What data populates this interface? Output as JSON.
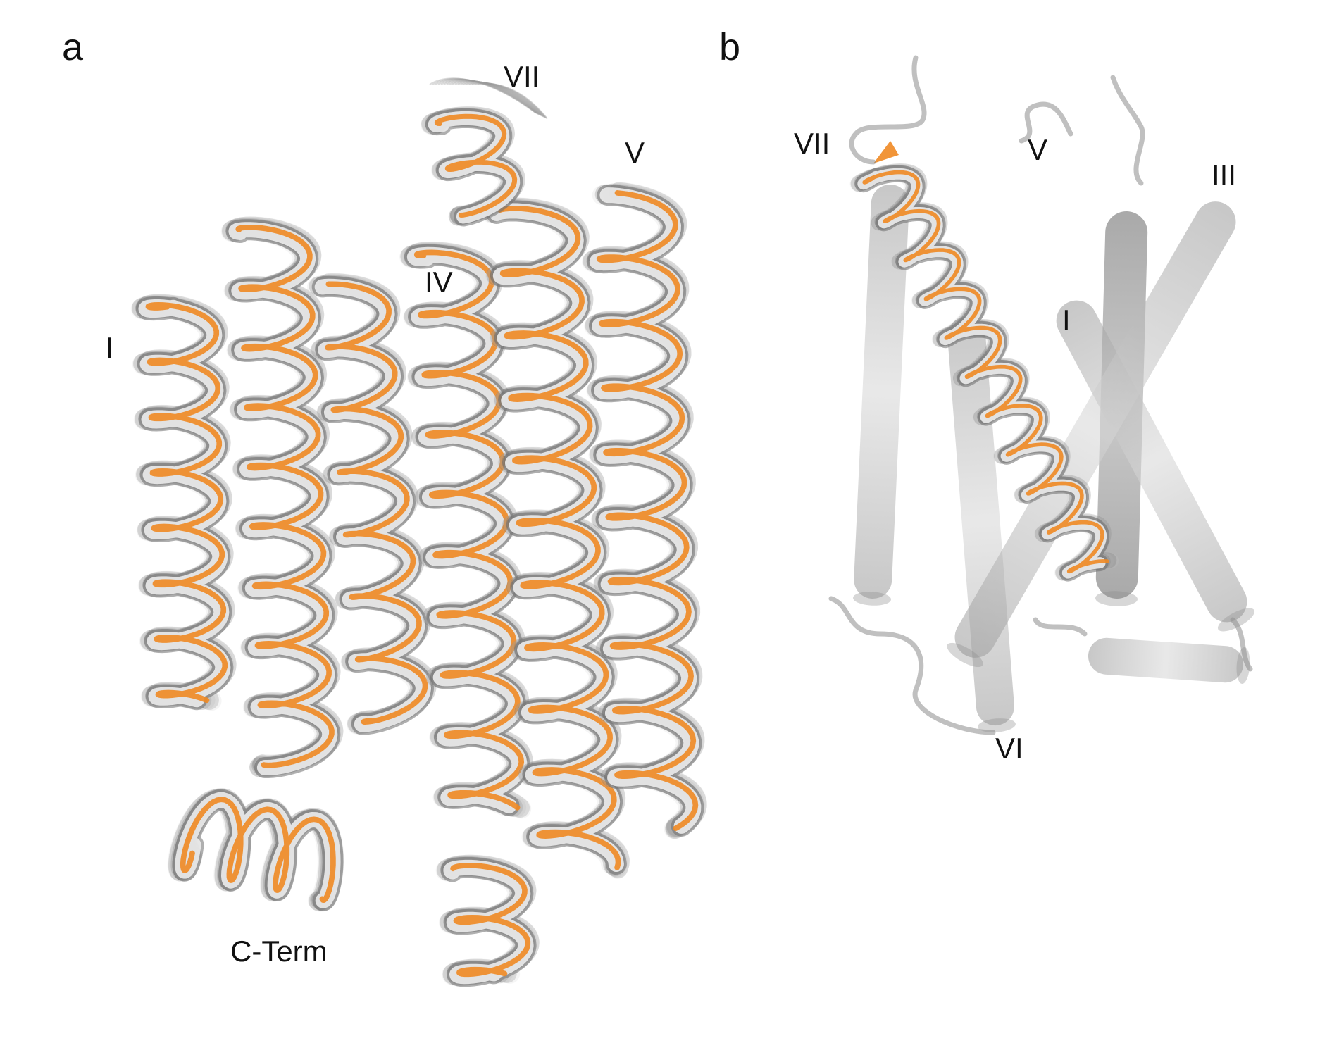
{
  "panel_a": {
    "letter": "a",
    "labels": {
      "helix_vii": "VII",
      "helix_v": "V",
      "helix_iv": "IV",
      "helix_i": "I",
      "c_term": "C-Term"
    }
  },
  "panel_b": {
    "letter": "b",
    "labels": {
      "helix_vii": "VII",
      "helix_v": "V",
      "helix_iii": "III",
      "helix_i": "I",
      "helix_vi": "VI"
    }
  },
  "colors": {
    "ribbon_orange": "#f08a24",
    "ribbon_grey": "#8a8a8a",
    "ribbon_light": "#e8e8e8",
    "cylinder_grey": "#a8a8a8"
  }
}
